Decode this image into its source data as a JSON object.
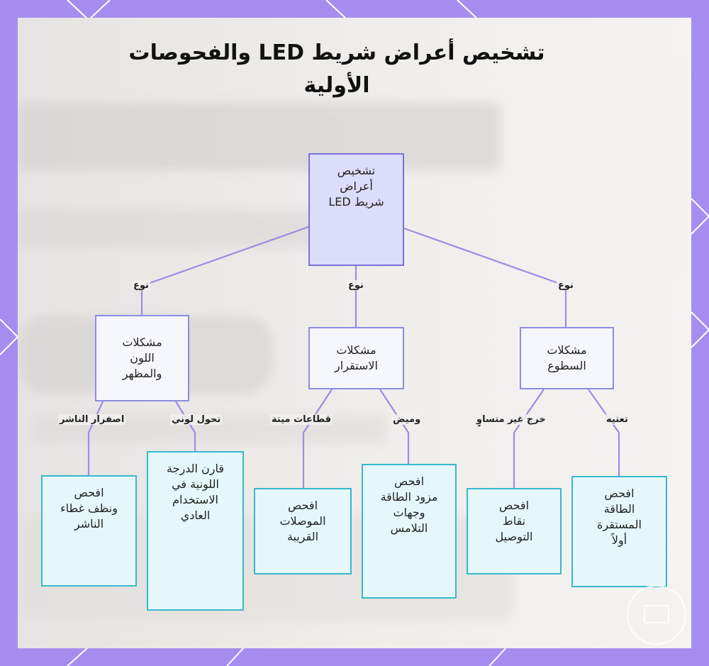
{
  "title": "تشخيص أعراض شريط LED والفحوصات الأولية",
  "colors": {
    "frame": "#a58df0",
    "panel": "#f1f0ee",
    "root_fill": "#dcdcfb",
    "root_border": "#7b70d6",
    "category_fill": "#f6f6fd",
    "category_border": "#8c8ce0",
    "leaf_fill": "#e5f7fa",
    "leaf_border": "#38b8cc",
    "edge": "#a08ae6"
  },
  "nodes": {
    "root": "تشخيص\nأعراض\nشريط LED",
    "cat_color": "مشكلات\nاللون\nوالمظهر",
    "cat_stability": "مشكلات\nالاستقرار",
    "cat_brightness": "مشكلات\nالسطوع",
    "leaf_diffuser": "افحص\nونظف غطاء\nالناشر",
    "leaf_color_compare": "قارن الدرجة\nاللونية في\nالاستخدام\nالعادي",
    "leaf_connections": "افحص\nالموصلات\nالقريبة",
    "leaf_power_contacts": "افحص\nمزود الطاقة\nوجهات\nالتلامس",
    "leaf_connection_points": "افحص\nنقاط\nالتوصيل",
    "leaf_stable_power": "افحص\nالطاقة\nالمستقرة\nأولاً"
  },
  "edge_labels": {
    "type_left": "نوع",
    "type_mid": "نوع",
    "type_right": "نوع",
    "diffuser_yellowing": "اصفرار الناشر",
    "color_shift": "تحول لوني",
    "dead_sections": "قطاعات ميتة",
    "flicker": "وميض",
    "uneven_output": "خرج غير متساوٍ",
    "dimming": "تعتيه"
  }
}
